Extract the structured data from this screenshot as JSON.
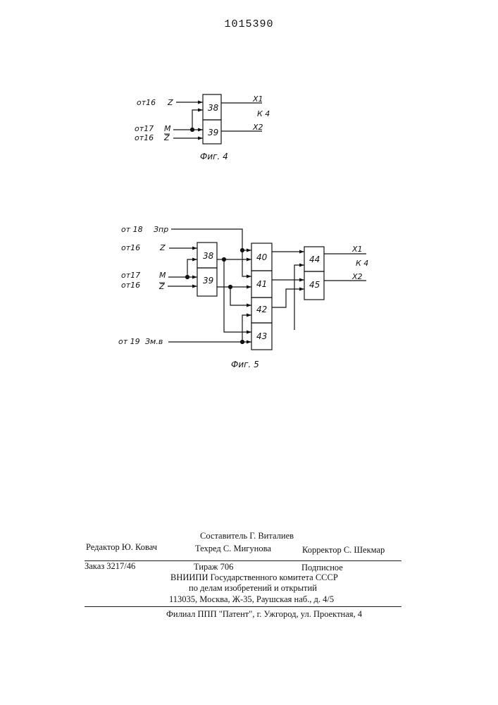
{
  "header": {
    "patent_number": "1015390"
  },
  "fig4": {
    "caption": "Фиг. 4",
    "blocks": [
      "38",
      "39"
    ],
    "inputs": {
      "z_src": "от16",
      "z": "Z",
      "m_src": "от17",
      "m": "M",
      "zbar_src": "от16",
      "zbar": "Z"
    },
    "outputs": {
      "x1": "X1",
      "x2": "X2",
      "dest": "К 4"
    }
  },
  "fig5": {
    "caption": "Фиг. 5",
    "blocks": [
      "38",
      "39",
      "40",
      "41",
      "42",
      "43",
      "44",
      "45"
    ],
    "inputs": {
      "zpr_src": "от 18",
      "zpr": "Зпр",
      "z_src": "от16",
      "z": "Z",
      "m_src": "от17",
      "m": "M",
      "zbar_src": "от16",
      "zbar": "Z",
      "zmb_src": "от 19",
      "zmb": "Зм.в"
    },
    "outputs": {
      "x1": "X1",
      "x2": "X2",
      "dest": "К 4"
    }
  },
  "imprint": {
    "compiler": "Составитель Г. Виталиев",
    "editor": "Редактор Ю. Ковач",
    "techred": "Техред С. Мигунова",
    "corrector": "Корректор С. Шекмар",
    "order": "Заказ 3217/46",
    "circulation": "Тираж 706",
    "subscription": "Подписное",
    "org1": "ВНИИПИ Государственного комитета СССР",
    "org2": "по делам изобретений и открытий",
    "address": "113035, Москва, Ж-35, Раушская наб., д. 4/5",
    "branch": "Филиал ППП \"Патент\", г. Ужгород, ул. Проектная, 4"
  }
}
